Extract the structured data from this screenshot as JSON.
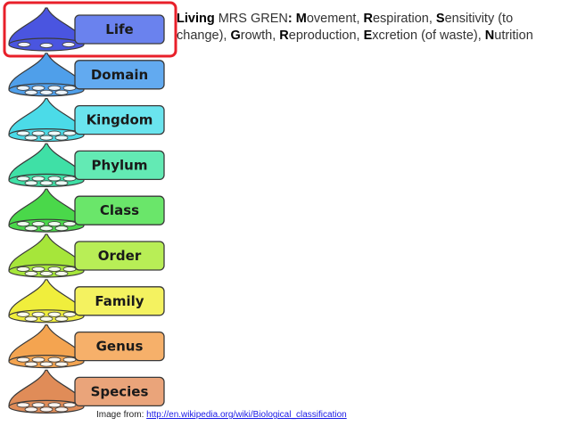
{
  "diagram": {
    "ranks": [
      {
        "label": "Life",
        "cap_color": "#4a55e0",
        "box_color": "#6a82ee",
        "highlighted": true
      },
      {
        "label": "Domain",
        "cap_color": "#4f9fea",
        "box_color": "#62aaf0",
        "highlighted": false
      },
      {
        "label": "Kingdom",
        "cap_color": "#4bdbe8",
        "box_color": "#6ae4ee",
        "highlighted": false
      },
      {
        "label": "Phylum",
        "cap_color": "#3fe0a6",
        "box_color": "#63eab4",
        "highlighted": false
      },
      {
        "label": "Class",
        "cap_color": "#4ad84a",
        "box_color": "#6ae66a",
        "highlighted": false
      },
      {
        "label": "Order",
        "cap_color": "#a6e63a",
        "box_color": "#b8ee56",
        "highlighted": false
      },
      {
        "label": "Family",
        "cap_color": "#f0ee3c",
        "box_color": "#f4f260",
        "highlighted": false
      },
      {
        "label": "Genus",
        "cap_color": "#f4a450",
        "box_color": "#f6b06a",
        "highlighted": false
      },
      {
        "label": "Species",
        "cap_color": "#e08c58",
        "box_color": "#eaa47a",
        "highlighted": false
      }
    ],
    "highlight_color": "#e8202a"
  },
  "mnemonic": {
    "segments": [
      {
        "text": "Living",
        "bold": true
      },
      {
        "text": " MRS GREN",
        "bold": false
      },
      {
        "text": ": ",
        "bold": true
      },
      {
        "text": "M",
        "bold": true
      },
      {
        "text": "ovement, ",
        "bold": false
      },
      {
        "text": "R",
        "bold": true
      },
      {
        "text": "espiration, ",
        "bold": false
      },
      {
        "text": "S",
        "bold": true
      },
      {
        "text": "ensitivity (to change), ",
        "bold": false
      },
      {
        "text": "G",
        "bold": true
      },
      {
        "text": "rowth, ",
        "bold": false
      },
      {
        "text": "R",
        "bold": true
      },
      {
        "text": "eproduction, ",
        "bold": false
      },
      {
        "text": "E",
        "bold": true
      },
      {
        "text": "xcretion (of waste), ",
        "bold": false
      },
      {
        "text": "N",
        "bold": true
      },
      {
        "text": "utrition",
        "bold": false
      }
    ]
  },
  "credit": {
    "prefix": "Image from: ",
    "link_text": "http://en.wikipedia.org/wiki/Biological_classification"
  }
}
